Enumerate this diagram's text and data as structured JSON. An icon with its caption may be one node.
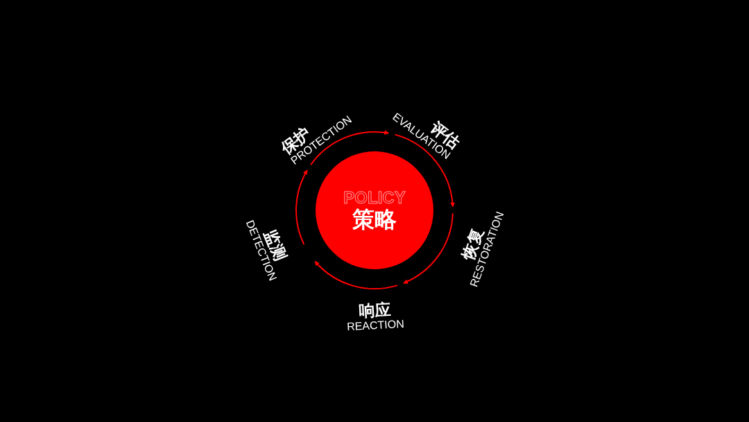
{
  "diagram": {
    "nodes": [
      {
        "text": [
          "POLICY",
          "策略"
        ]
      },
      {
        "text": [
          "保护",
          "PROTECTION"
        ]
      },
      {
        "text": [
          "评估",
          "EVALUATION"
        ]
      },
      {
        "text": [
          "恢复",
          "RESTORATION"
        ]
      },
      {
        "text": [
          "响应",
          "REACTION"
        ]
      },
      {
        "text": [
          "监测",
          "DETECTION"
        ]
      }
    ],
    "edges": [
      {
        "from": 1,
        "to": 2,
        "arrow": "to"
      },
      {
        "from": 2,
        "to": 3,
        "arrow": "to"
      },
      {
        "from": 3,
        "to": 4,
        "arrow": "to"
      },
      {
        "from": 4,
        "to": 5,
        "arrow": "to"
      },
      {
        "from": 5,
        "to": 1,
        "arrow": "to"
      }
    ]
  }
}
